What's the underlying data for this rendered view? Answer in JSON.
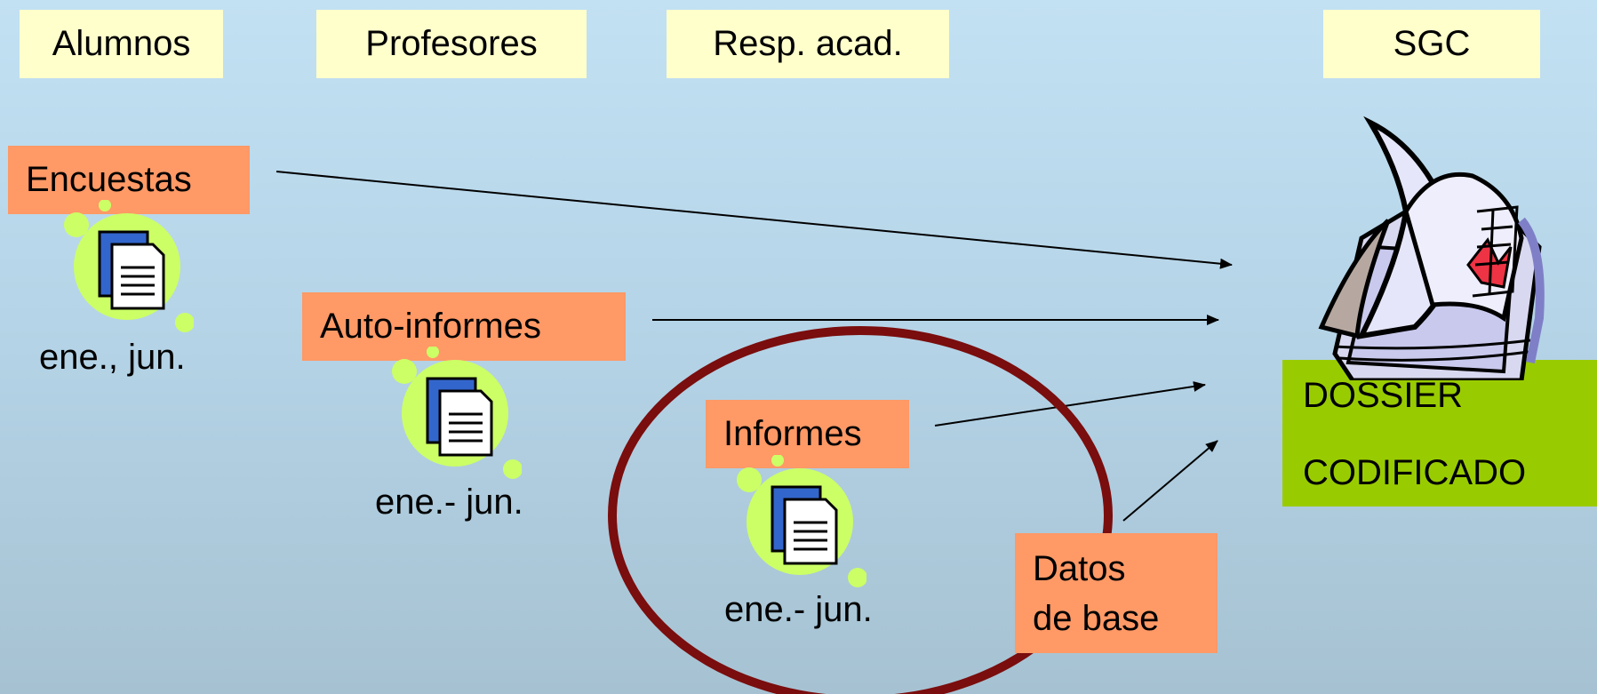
{
  "headers": {
    "alumnos": "Alumnos",
    "profesores": "Profesores",
    "resp_acad": "Resp. acad.",
    "sgc": "SGC"
  },
  "sources": {
    "encuestas": {
      "title": "Encuestas",
      "period": "ene., jun."
    },
    "auto_informes": {
      "title": "Auto-informes",
      "period": "ene.- jun."
    },
    "informes": {
      "title": "Informes",
      "period": "ene.- jun."
    },
    "datos_base": {
      "line1": "Datos",
      "line2": "de base"
    }
  },
  "target": {
    "line1": "DOSSIER",
    "line2": "CODIFICADO"
  },
  "colors": {
    "header_bg": "#ffffcc",
    "source_box": "#ff9966",
    "dossier_box": "#99cc00",
    "highlight_circle": "#7a0d0d",
    "icon_blob": "#ccff66",
    "icon_doc": "#3366cc"
  },
  "icons": [
    "document-icon",
    "dossier-clipart-icon"
  ]
}
